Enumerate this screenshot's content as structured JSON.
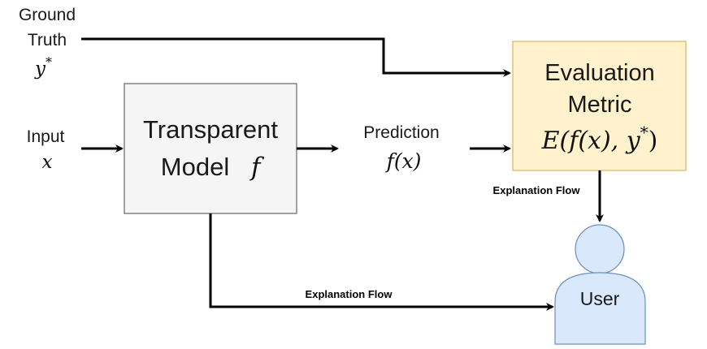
{
  "inputs": {
    "ground_truth": {
      "label_line1": "Ground",
      "label_line2": "Truth",
      "symbol_base": "y",
      "symbol_sup": "*"
    },
    "input": {
      "label": "Input",
      "symbol": "x"
    }
  },
  "model_box": {
    "line1": "Transparent",
    "line2": "Model",
    "symbol": "f",
    "fill_color": "#f5f5f5",
    "stroke_color": "#666666"
  },
  "prediction": {
    "label": "Prediction",
    "symbol": "f(x)"
  },
  "metric_box": {
    "line1": "Evaluation",
    "line2": "Metric",
    "formula": "E(f(x), y",
    "formula_sup": "*",
    "formula_close": ")",
    "fill_color": "#fff2cc",
    "stroke_color": "#d6b656"
  },
  "user": {
    "label": "User",
    "fill_color": "#dae8fc",
    "stroke_color": "#6c8ebf"
  },
  "flows": {
    "top_label": "Explanation Flow",
    "bottom_label": "Explanation Flow"
  }
}
